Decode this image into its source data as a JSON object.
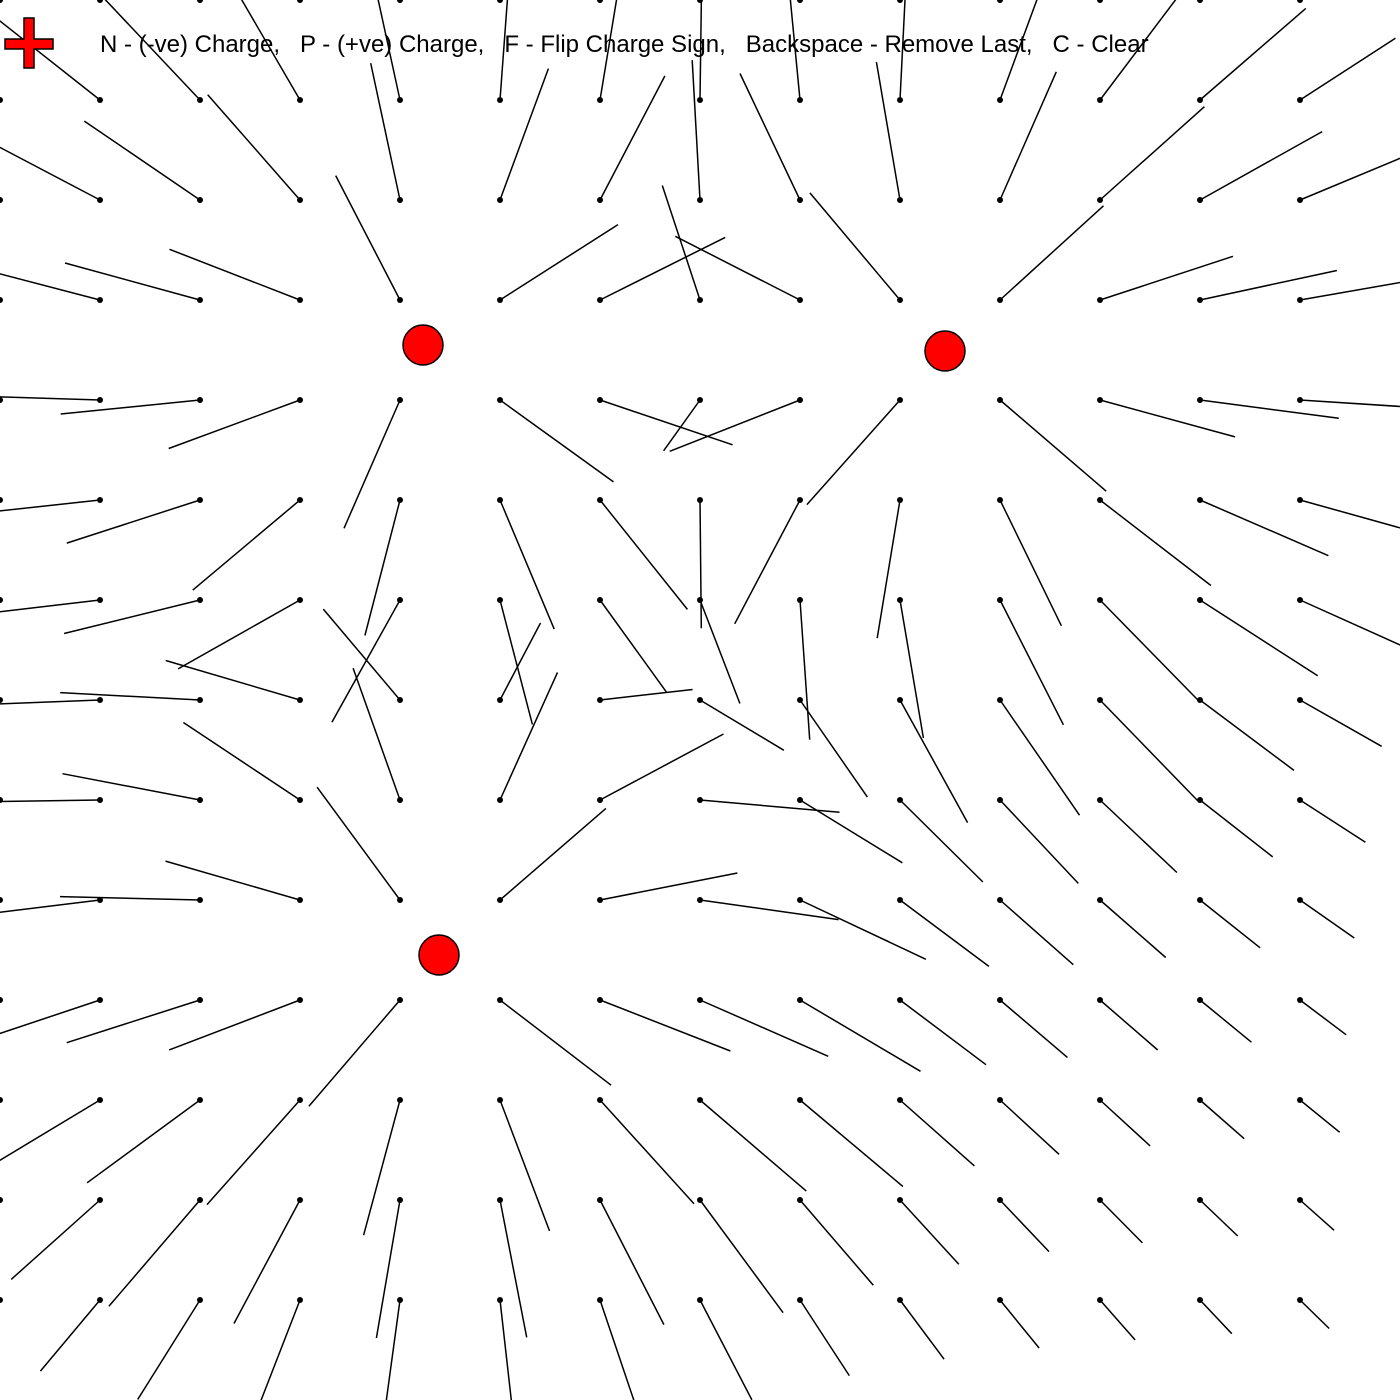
{
  "toolbar": {
    "mode_icon": "plus-icon",
    "mode_icon_color": "#ff0000",
    "help_text": "N - (-ve) Charge,   P - (+ve) Charge,   F - Flip Charge Sign,   Backspace - Remove Last,   C - Clear"
  },
  "field": {
    "vector_color": "#000000",
    "charge_fill": "#ff0000",
    "charge_stroke": "#000000",
    "charges": [
      {
        "sign": "positive"
      },
      {
        "sign": "positive"
      },
      {
        "sign": "positive"
      }
    ]
  }
}
